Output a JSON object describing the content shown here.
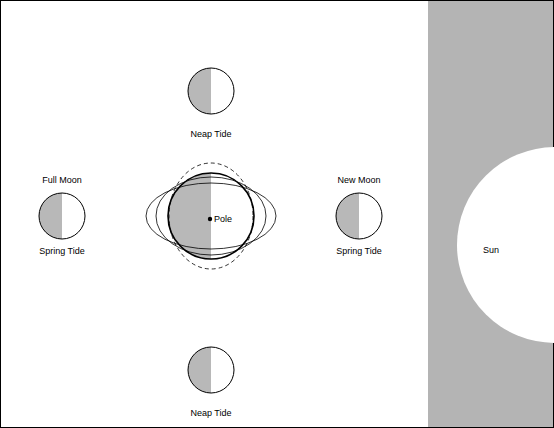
{
  "diagram": {
    "nodes": [
      {
        "text": [
          "Neap Tide"
        ]
      },
      {
        "text": [
          "Full Moon",
          "Spring Tide"
        ]
      },
      {
        "text": [
          "Pole"
        ]
      },
      {
        "text": [
          "New Moon",
          "Spring Tide"
        ]
      },
      {
        "text": [
          "Sun"
        ]
      },
      {
        "text": [
          "Neap Tide"
        ]
      }
    ]
  }
}
